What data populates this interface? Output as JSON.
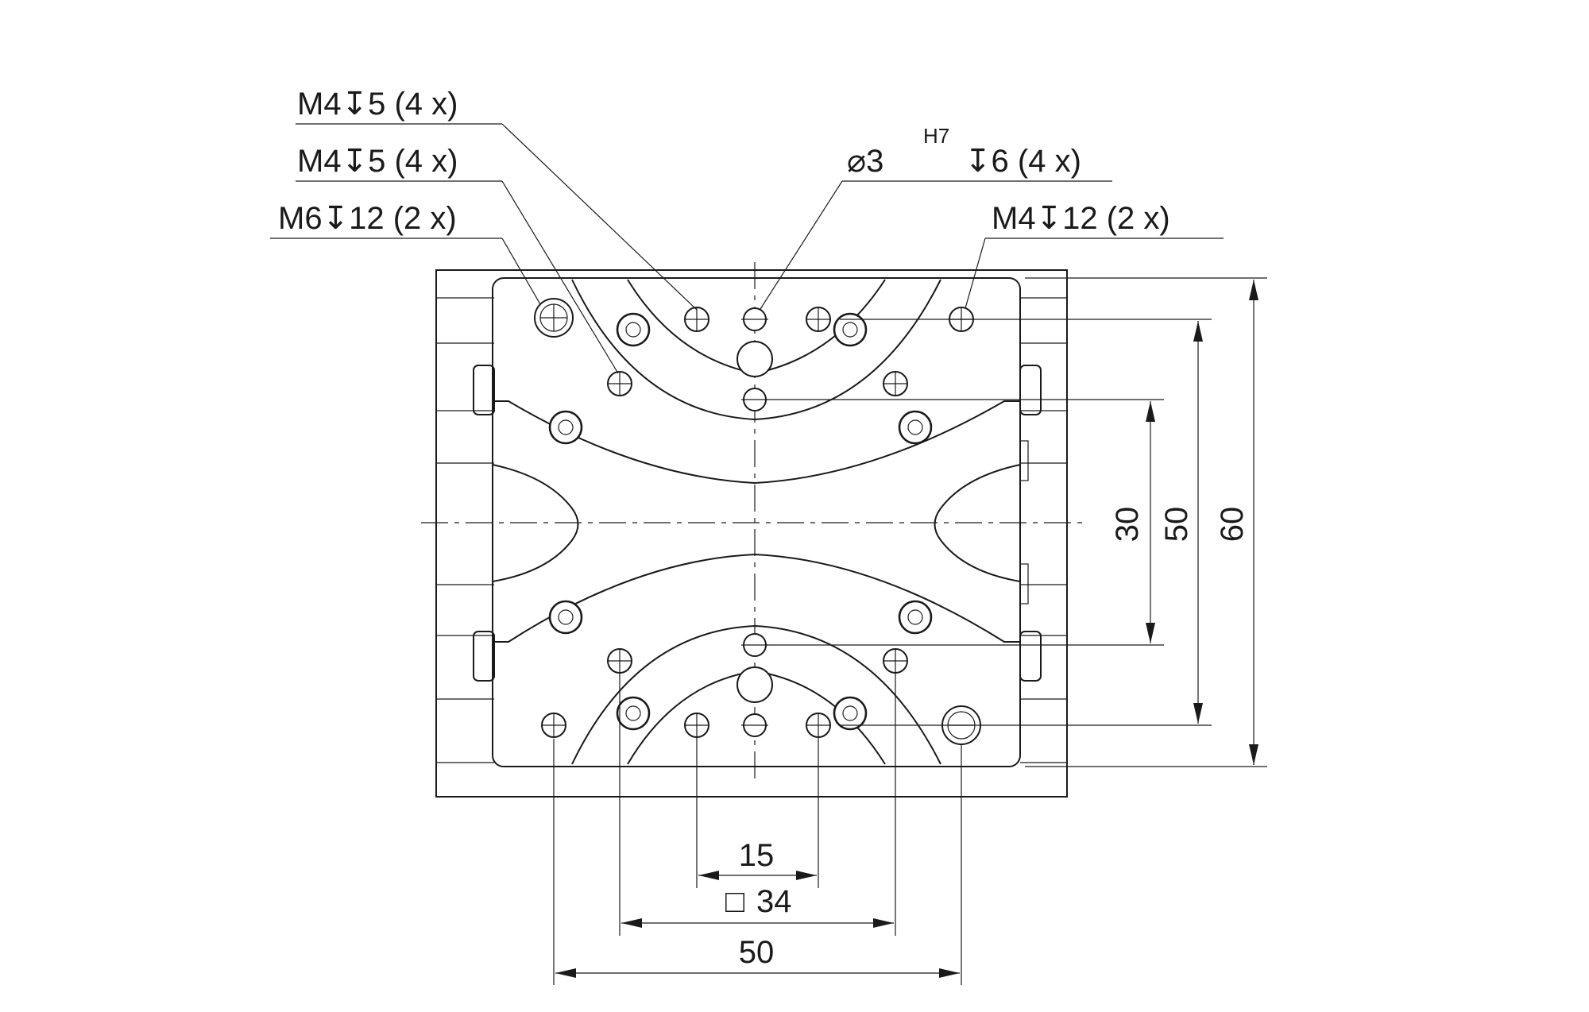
{
  "callouts": {
    "m4_5_a": {
      "thread": "M4",
      "depth": "5",
      "count": "(4 x)"
    },
    "m4_5_b": {
      "thread": "M4",
      "depth": "5",
      "count": "(4 x)"
    },
    "m6_12": {
      "thread": "M6",
      "depth": "12",
      "count": "(2 x)"
    },
    "dowel": {
      "diameter_symbol": "⌀",
      "size": "3",
      "tolerance": "H7",
      "depth": "6",
      "count": "(4 x)"
    },
    "m4_12": {
      "thread": "M4",
      "depth": "12",
      "count": "(2 x)"
    }
  },
  "depth_symbol": "↧",
  "dimensions": {
    "vertical": [
      "30",
      "50",
      "60"
    ],
    "horizontal": {
      "d15": "15",
      "d34": "34",
      "d34_prefix": "□",
      "d50": "50"
    }
  }
}
